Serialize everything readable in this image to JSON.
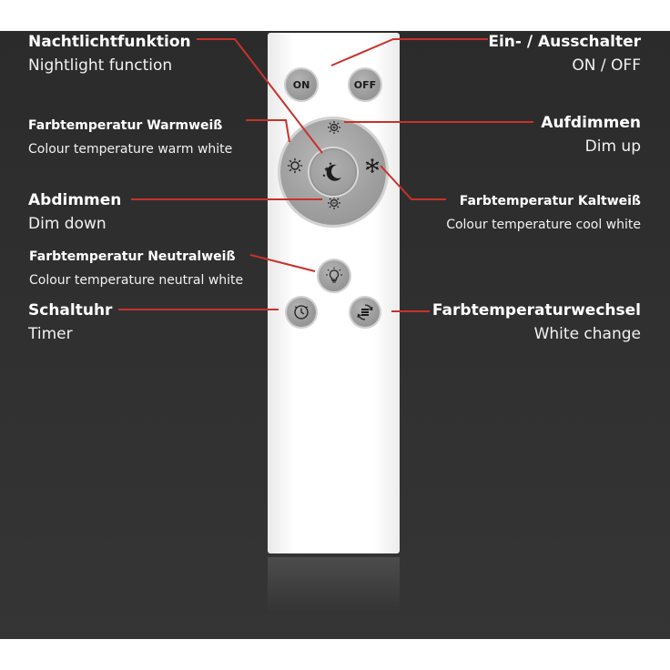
{
  "labels": {
    "nightlight": {
      "de": "Nachtlichtfunktion",
      "en": "Nightlight function"
    },
    "onoff": {
      "de": "Ein- / Ausschalter",
      "en": "ON / OFF"
    },
    "warm": {
      "de": "Farbtemperatur Warmweiß",
      "en": "Colour temperature warm white"
    },
    "dimup": {
      "de": "Aufdimmen",
      "en": "Dim up"
    },
    "dimdown": {
      "de": "Abdimmen",
      "en": "Dim down"
    },
    "cool": {
      "de": "Farbtemperatur Kaltweiß",
      "en": "Colour temperature cool white"
    },
    "neutral": {
      "de": "Farbtemperatur Neutralweiß",
      "en": "Colour temperature neutral white"
    },
    "timer": {
      "de": "Schaltuhr",
      "en": "Timer"
    },
    "whitechange": {
      "de": "Farbtemperaturwechsel",
      "en": "White change"
    }
  },
  "remote": {
    "on_label": "ON",
    "off_label": "OFF",
    "icons": {
      "dim_up": "sun-plus-icon",
      "dim_down": "sun-minus-icon",
      "warm": "sun-icon",
      "cool": "snowflake-icon",
      "night": "moon-stars-icon",
      "neutral": "bulb-icon",
      "timer": "clock-icon",
      "white_change": "color-cycle-icon"
    }
  },
  "colors": {
    "pointer": "#c9312c",
    "background": "#2f2f2f",
    "button": "#a0a0a0"
  }
}
